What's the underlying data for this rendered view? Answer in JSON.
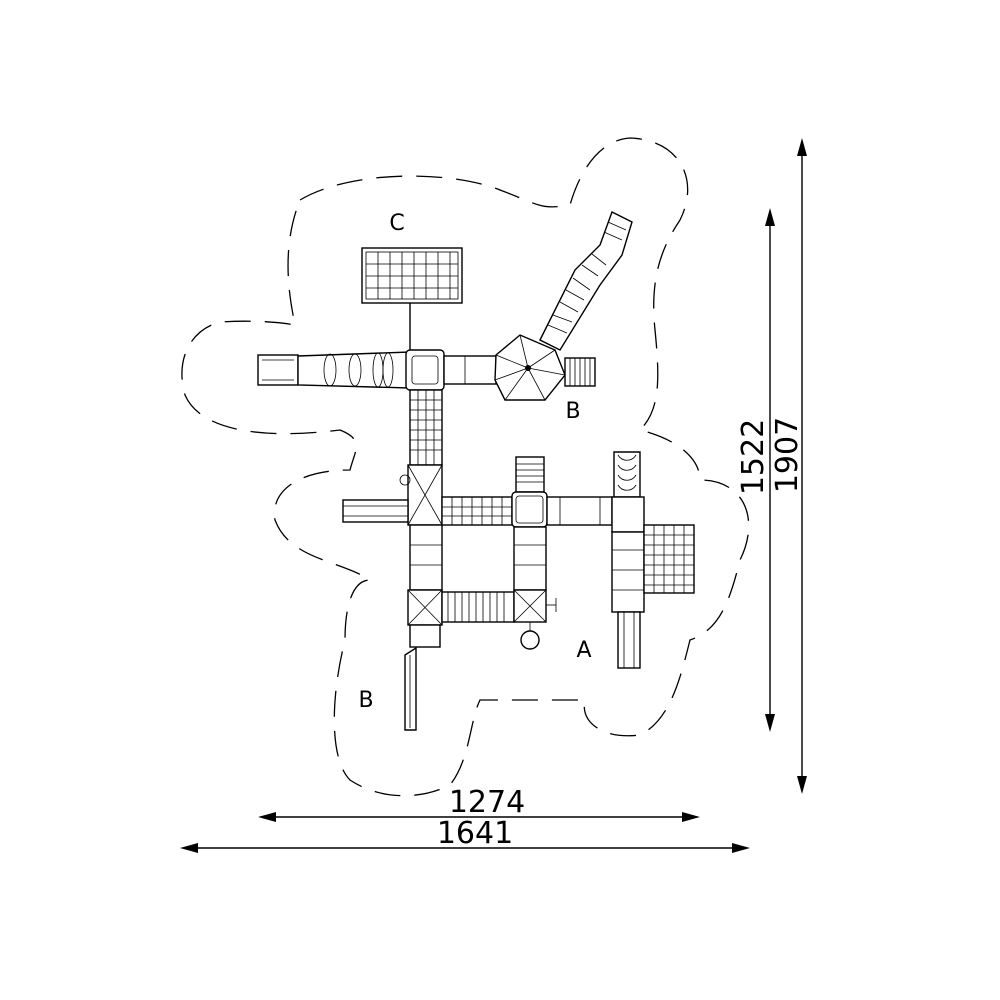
{
  "zones": {
    "a": "A",
    "b_top": "B",
    "b_bottom": "B",
    "c": "C"
  },
  "dimensions": {
    "inner_width": "1274",
    "outer_width": "1641",
    "inner_height": "1522",
    "outer_height": "1907"
  }
}
